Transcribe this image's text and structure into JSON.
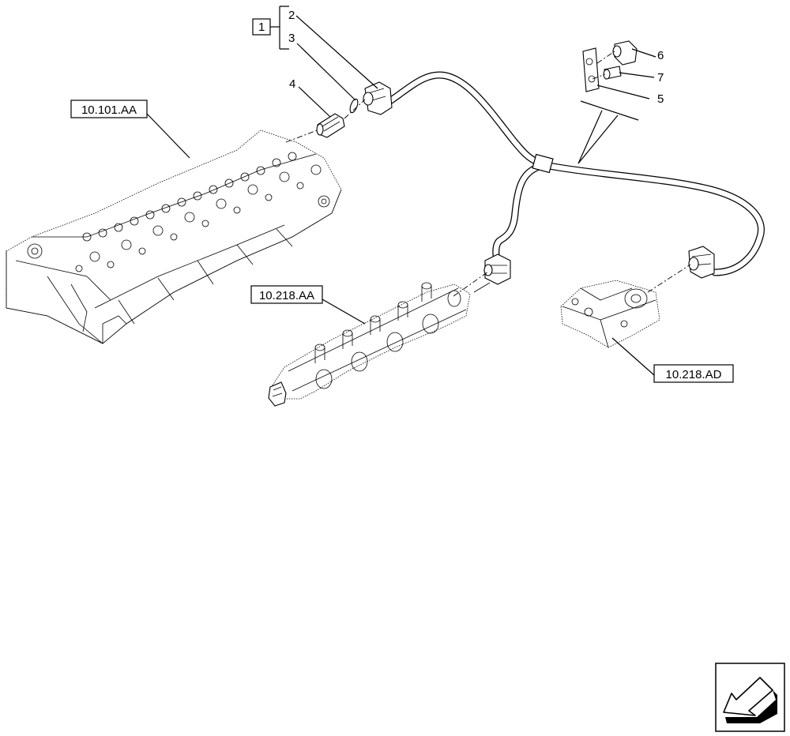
{
  "callouts": {
    "group_number": "1",
    "item_2": "2",
    "item_3": "3",
    "item_4": "4",
    "item_5": "5",
    "item_6": "6",
    "item_7": "7"
  },
  "references": {
    "cylinder_head": "10.101.AA",
    "fuel_rail": "10.218.AA",
    "fuel_filter_block": "10.218.AD"
  },
  "icons": {
    "orientation_arrow": "arrow-icon"
  }
}
